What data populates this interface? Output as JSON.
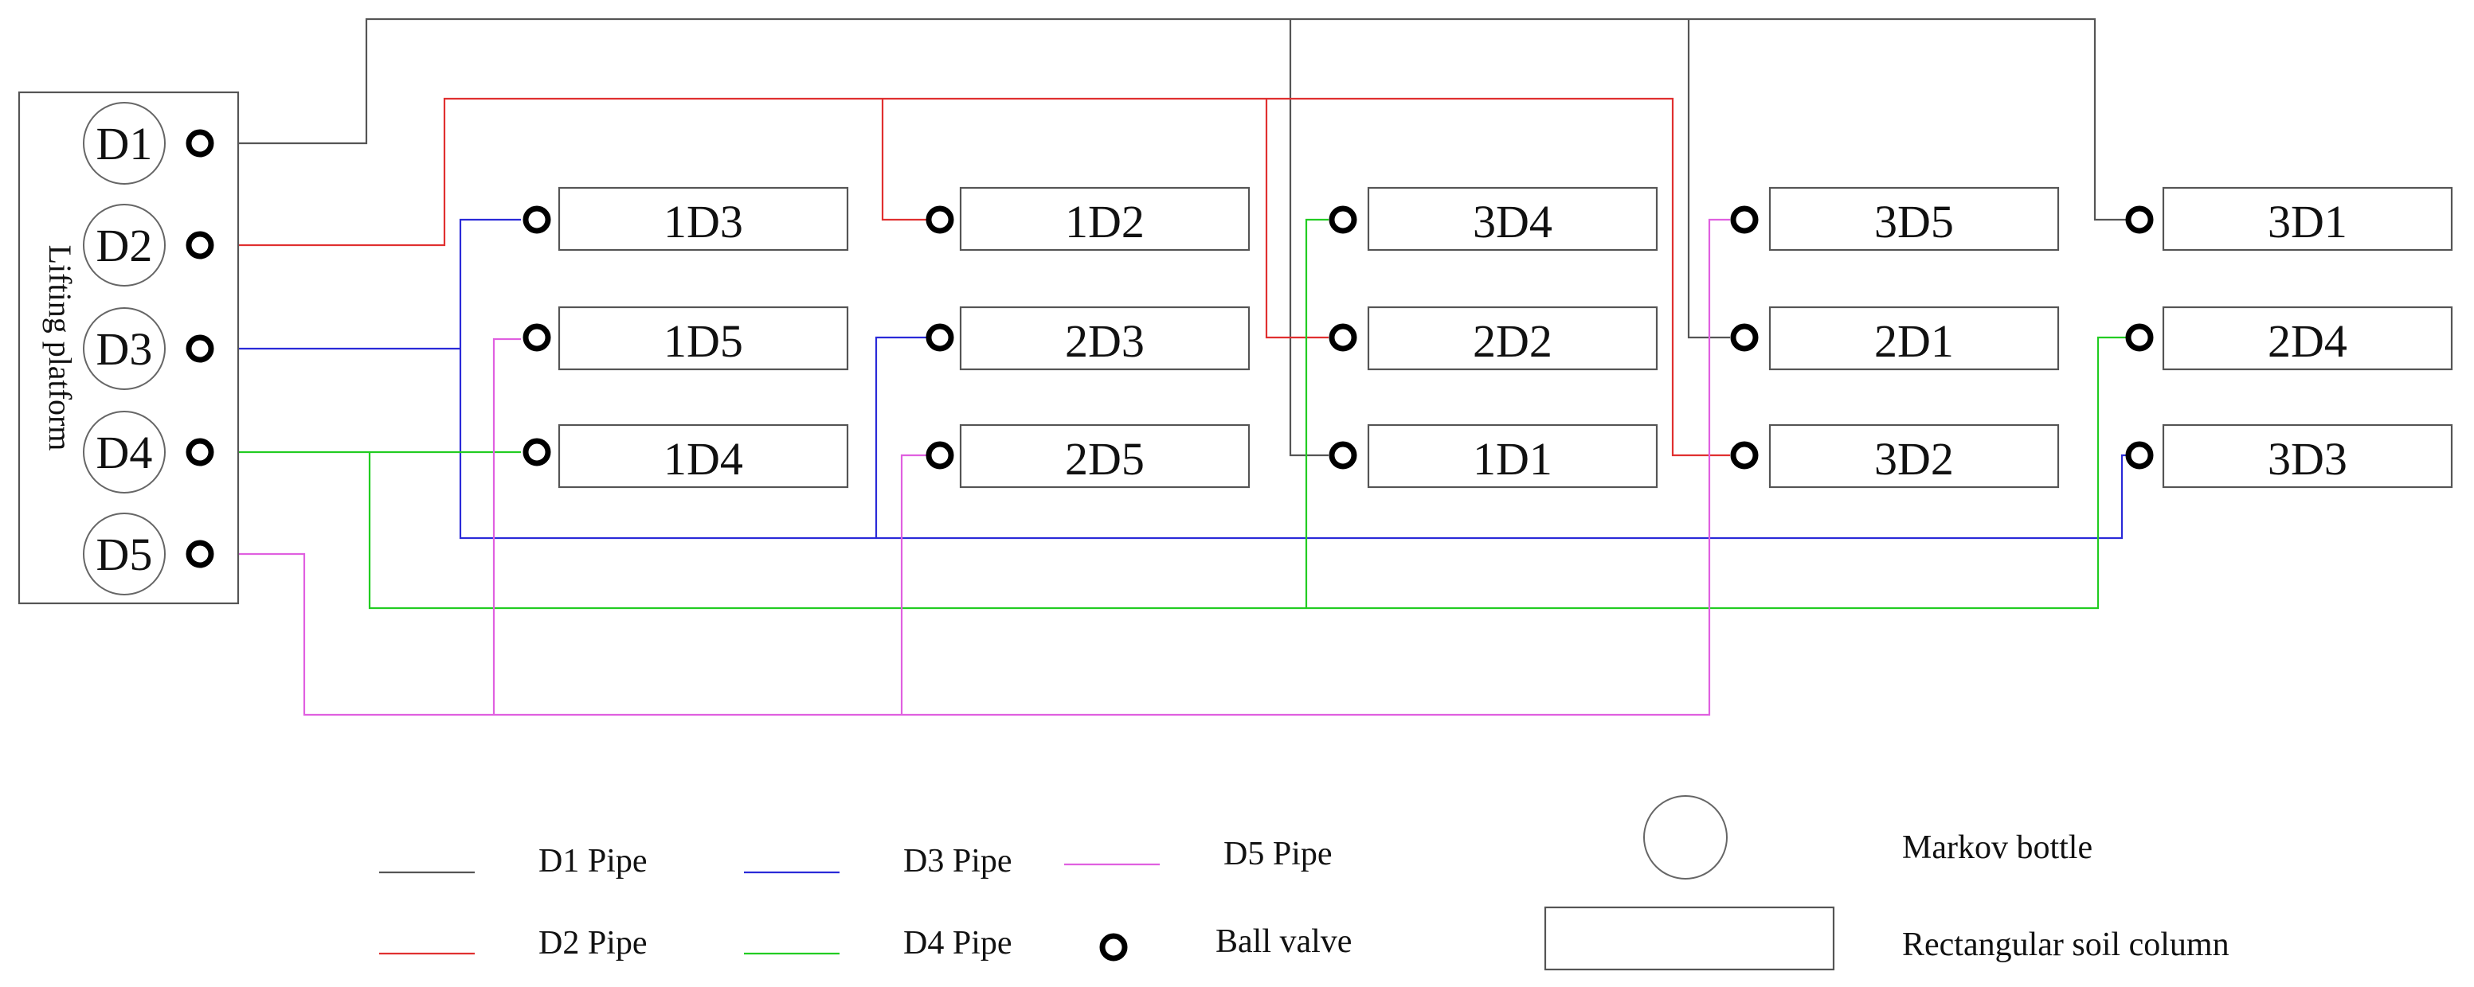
{
  "platform": {
    "label": "Lifting platform"
  },
  "colors": {
    "D1": "#555555",
    "D2": "#e03030",
    "D3": "#2a2ad8",
    "D4": "#22cc22",
    "D5": "#e060e0",
    "outline": "#555555",
    "valve": "#000000"
  },
  "bottles": [
    "D1",
    "D2",
    "D3",
    "D4",
    "D5"
  ],
  "columns": {
    "c1D3": "1D3",
    "c1D5": "1D5",
    "c1D4": "1D4",
    "c1D2": "1D2",
    "c2D3": "2D3",
    "c2D5": "2D5",
    "c3D4": "3D4",
    "c2D2": "2D2",
    "c1D1": "1D1",
    "c3D5": "3D5",
    "c2D1": "2D1",
    "c3D2": "3D2",
    "c3D1": "3D1",
    "c2D4": "2D4",
    "c3D3": "3D3"
  },
  "legend": {
    "d1_pipe": "D1 Pipe",
    "d2_pipe": "D2 Pipe",
    "d3_pipe": "D3 Pipe",
    "d4_pipe": "D4 Pipe",
    "d5_pipe": "D5 Pipe",
    "ball_valve": "Ball valve",
    "markov_bottle": "Markov bottle",
    "soil_column": "Rectangular soil column"
  }
}
